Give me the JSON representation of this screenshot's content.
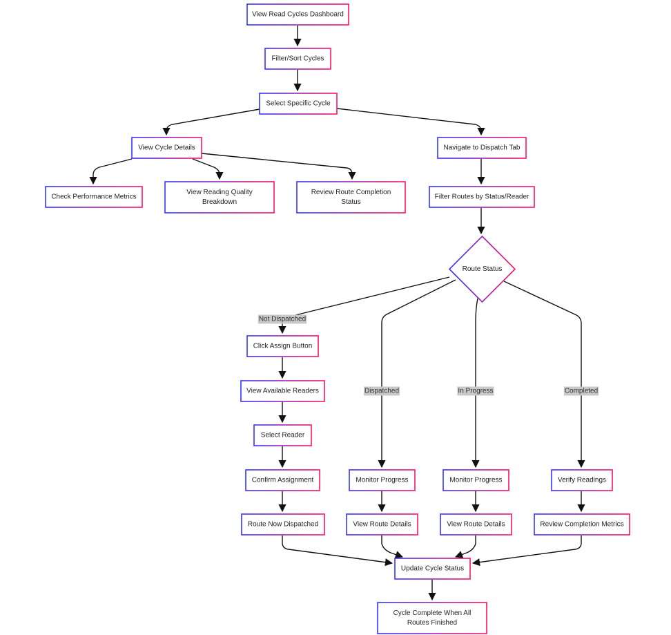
{
  "diagram": {
    "gradient": {
      "start": "#3333ff",
      "end": "#ff1166"
    },
    "nodes": [
      {
        "id": "n1",
        "text": [
          "View Read Cycles Dashboard"
        ]
      },
      {
        "id": "n2",
        "text": [
          "Filter/Sort Cycles"
        ]
      },
      {
        "id": "n3",
        "text": [
          "Select Specific Cycle"
        ]
      },
      {
        "id": "n4",
        "text": [
          "View Cycle Details"
        ]
      },
      {
        "id": "n5",
        "text": [
          "Navigate to Dispatch Tab"
        ]
      },
      {
        "id": "n6",
        "text": [
          "Check Performance Metrics"
        ]
      },
      {
        "id": "n7",
        "text": [
          "View Reading Quality",
          "Breakdown"
        ]
      },
      {
        "id": "n8",
        "text": [
          "Review Route Completion",
          "Status"
        ]
      },
      {
        "id": "n9",
        "text": [
          "Filter Routes by Status/Reader"
        ]
      },
      {
        "id": "n10",
        "text": [
          "Route Status"
        ],
        "shape": "diamond"
      },
      {
        "id": "n11",
        "text": [
          "Click Assign Button"
        ]
      },
      {
        "id": "n12",
        "text": [
          "View Available Readers"
        ]
      },
      {
        "id": "n13",
        "text": [
          "Select Reader"
        ]
      },
      {
        "id": "n14",
        "text": [
          "Confirm Assignment"
        ]
      },
      {
        "id": "n15",
        "text": [
          "Route Now Dispatched"
        ]
      },
      {
        "id": "n16",
        "text": [
          "Monitor Progress"
        ]
      },
      {
        "id": "n17",
        "text": [
          "View Route Details"
        ]
      },
      {
        "id": "n18",
        "text": [
          "Monitor Progress"
        ]
      },
      {
        "id": "n19",
        "text": [
          "View Route Details"
        ]
      },
      {
        "id": "n20",
        "text": [
          "Verify Readings"
        ]
      },
      {
        "id": "n21",
        "text": [
          "Review Completion Metrics"
        ]
      },
      {
        "id": "n22",
        "text": [
          "Update Cycle Status"
        ]
      },
      {
        "id": "n23",
        "text": [
          "Cycle Complete When All",
          "Routes Finished"
        ]
      }
    ],
    "edges": [
      {
        "from": "n1",
        "to": "n2"
      },
      {
        "from": "n2",
        "to": "n3"
      },
      {
        "from": "n3",
        "to": "n4"
      },
      {
        "from": "n3",
        "to": "n5"
      },
      {
        "from": "n4",
        "to": "n6"
      },
      {
        "from": "n4",
        "to": "n7"
      },
      {
        "from": "n4",
        "to": "n8"
      },
      {
        "from": "n5",
        "to": "n9"
      },
      {
        "from": "n9",
        "to": "n10"
      },
      {
        "from": "n10",
        "to": "n11",
        "label": "Not Dispatched"
      },
      {
        "from": "n10",
        "to": "n16",
        "label": "Dispatched"
      },
      {
        "from": "n10",
        "to": "n18",
        "label": "In Progress"
      },
      {
        "from": "n10",
        "to": "n20",
        "label": "Completed"
      },
      {
        "from": "n11",
        "to": "n12"
      },
      {
        "from": "n12",
        "to": "n13"
      },
      {
        "from": "n13",
        "to": "n14"
      },
      {
        "from": "n14",
        "to": "n15"
      },
      {
        "from": "n16",
        "to": "n17"
      },
      {
        "from": "n18",
        "to": "n19"
      },
      {
        "from": "n20",
        "to": "n21"
      },
      {
        "from": "n15",
        "to": "n22"
      },
      {
        "from": "n17",
        "to": "n22"
      },
      {
        "from": "n19",
        "to": "n22"
      },
      {
        "from": "n21",
        "to": "n22"
      },
      {
        "from": "n22",
        "to": "n23"
      }
    ]
  }
}
